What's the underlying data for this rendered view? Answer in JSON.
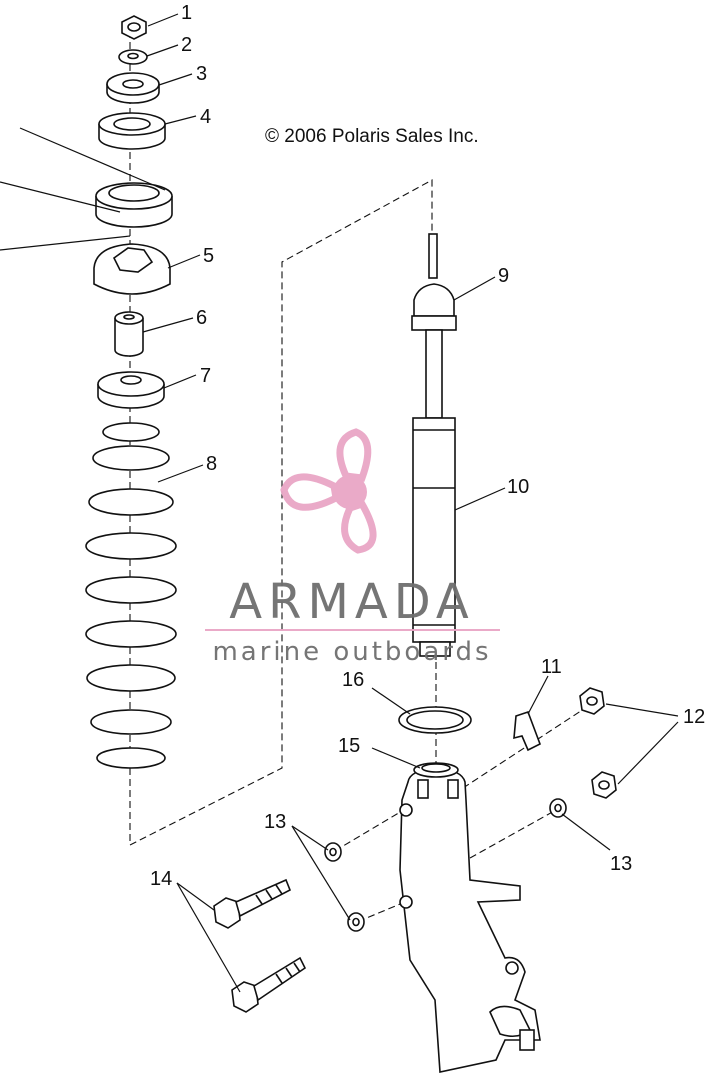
{
  "copyright": "© 2006 Polaris Sales Inc.",
  "callouts": [
    "1",
    "2",
    "3",
    "4",
    "5",
    "6",
    "7",
    "8",
    "9",
    "10",
    "11",
    "12",
    "13",
    "13",
    "14",
    "15",
    "16"
  ],
  "watermark": {
    "title": "ARMADA",
    "subtitle": "marine outboards",
    "title_color": "#6e6e6e",
    "accent_color": "#e9a6c6"
  }
}
